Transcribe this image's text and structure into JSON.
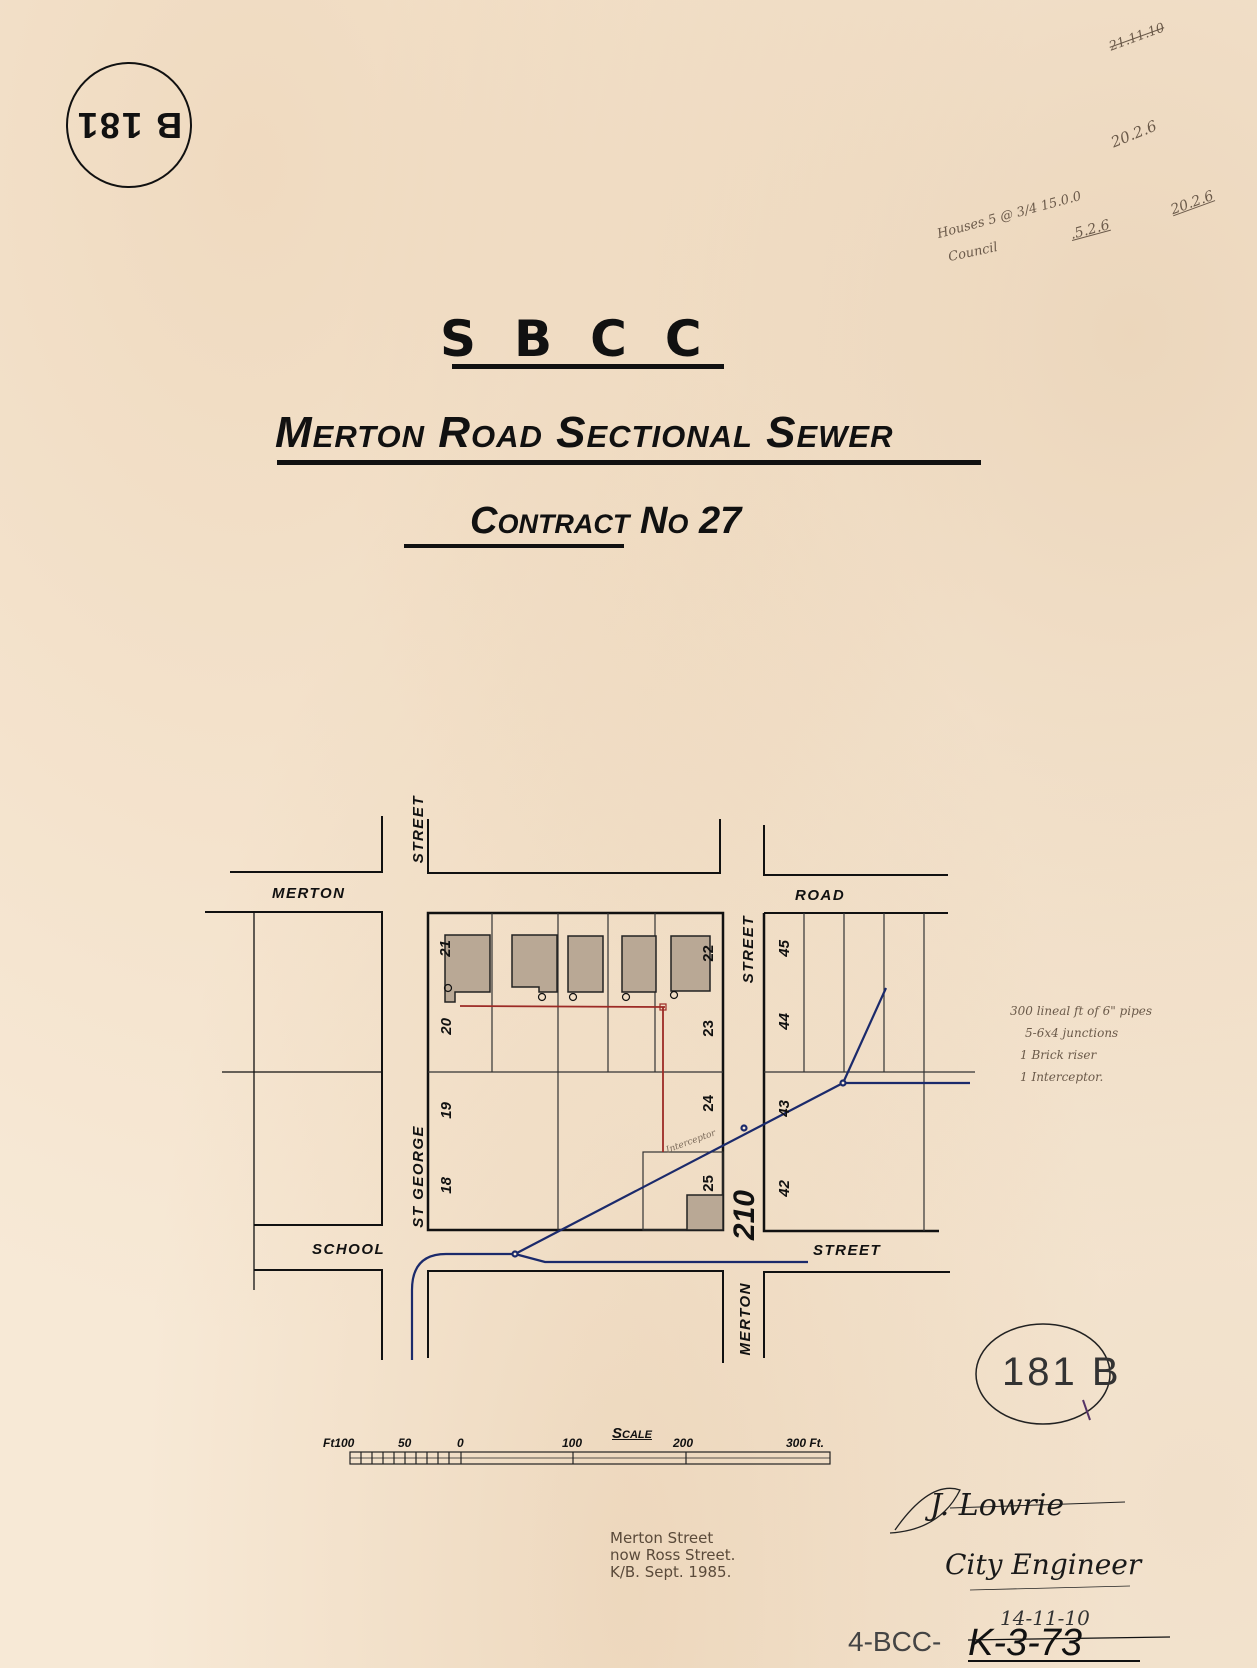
{
  "stamp_top_left": {
    "text": "B 181",
    "orientation": "upside-down"
  },
  "corner_notes": {
    "top_right_struck": "21.11.10",
    "calc_line_1": "20.2.6",
    "calc_line_2": "Houses 5 @ 3/4 15.0.0",
    "calc_line_3": ".5.2.6",
    "calc_line_4": "20.2.6",
    "calc_word": "Council"
  },
  "title": {
    "org": "SBCC",
    "main": "Merton Road Sectional Sewer",
    "contract": "Contract No 27"
  },
  "map": {
    "streets": {
      "merton_road_left": "MERTON",
      "merton_road_right": "ROAD",
      "street_top": "STREET",
      "street_mid": "STREET",
      "st_george": "ST GEORGE",
      "school": "SCHOOL",
      "school_street": "STREET",
      "merton_bottom": "MERTON"
    },
    "lots": [
      "21",
      "20",
      "19",
      "18",
      "22",
      "23",
      "24",
      "25",
      "45",
      "44",
      "43",
      "42"
    ],
    "block_number": "210",
    "interceptor_label": "Interceptor",
    "colors": {
      "sewer_line": "#1b2a6b",
      "house_drain": "#9c2a25",
      "building_fill": "#b3a28f",
      "ink": "#111111"
    }
  },
  "margin_note": {
    "line1": "300 lineal ft of 6\" pipes",
    "line2": "5-6x4 junctions",
    "line3": "1 Brick riser",
    "line4": "1 Interceptor."
  },
  "scale": {
    "title": "Scale",
    "ticks": [
      "Ft100",
      "50",
      "0",
      "100",
      "200",
      "300 Ft."
    ]
  },
  "stamp_bottom_right": {
    "text": "181 B",
    "mark": "/"
  },
  "bottom_note": {
    "line1": "Merton Street",
    "line2": "now Ross Street.",
    "line3": "K/B.  Sept. 1985."
  },
  "signature": {
    "name": "J. Lowrie",
    "title": "City Engineer"
  },
  "date": "14-11-10",
  "ref": {
    "prefix": "4-BCC-",
    "code": "K-3-73"
  }
}
